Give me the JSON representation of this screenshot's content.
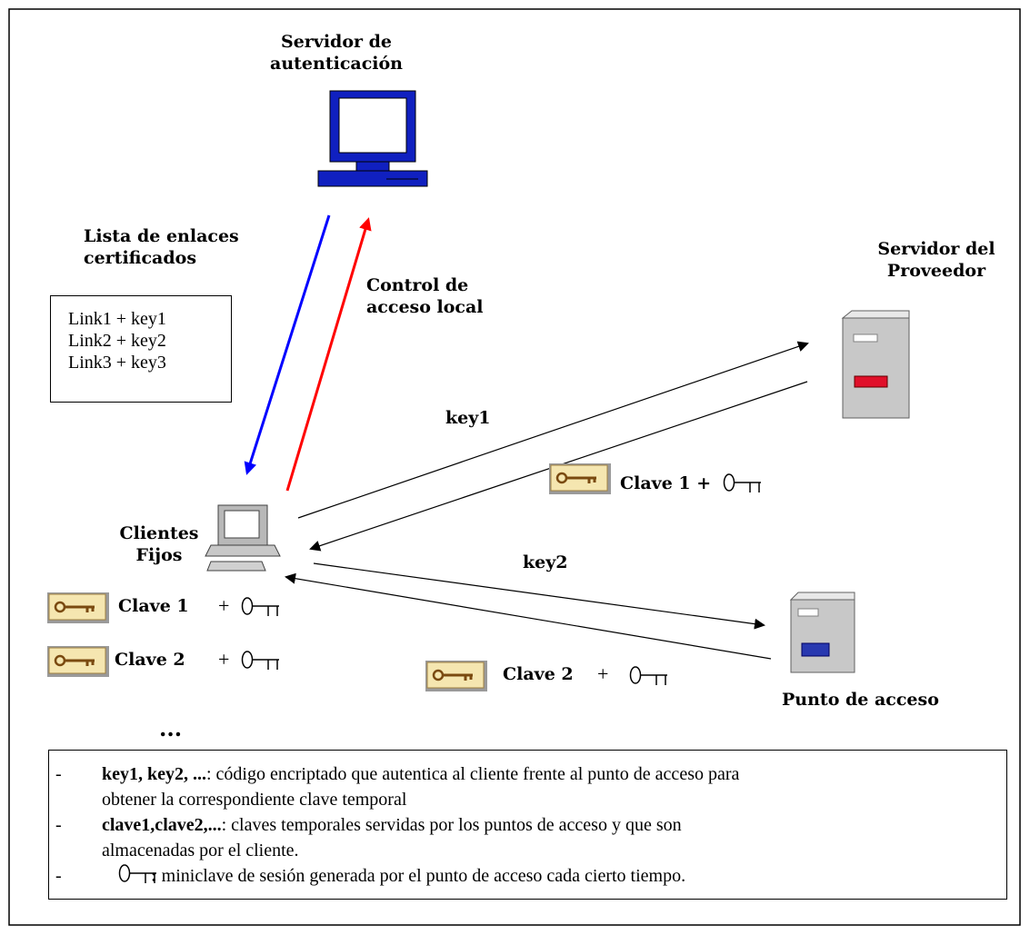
{
  "nodes": {
    "auth_server": "Servidor de\nautenticación",
    "provider_server": "Servidor del\nProveedor",
    "access_point": "Punto de acceso",
    "fixed_clients": "Clientes\nFijos"
  },
  "arrows": {
    "auth_list": "Lista de enlaces\ncertificados",
    "local_control": "Control de\nacceso local",
    "key1": "key1",
    "key2": "key2"
  },
  "links_box": [
    "Link1 + key1",
    "Link2 + key2",
    "Link3 + key3"
  ],
  "keys": {
    "provider_return": "Clave 1 + ",
    "client_key1": "Clave 1",
    "client_key2": "Clave 2",
    "plus": "+ ",
    "ap_return": "Clave 2",
    "ap_plus": "+ ",
    "ellipsis": "..."
  },
  "legend": [
    {
      "term": "key1, key2, ...",
      "text": ": código encriptado que autentica al cliente frente al punto de acceso para",
      "cont": "obtener la correspondiente clave temporal"
    },
    {
      "term": "clave1,clave2,...",
      "text": ": claves temporales servidas por los puntos de acceso y que son",
      "cont": "almacenadas por el cliente."
    },
    {
      "term": ":",
      "text": " miniclave de sesión generada por el punto de acceso cada cierto tiempo.",
      "cont": ""
    }
  ],
  "legend_dash": "-",
  "colors": {
    "down_arrow": "#0000ff",
    "up_arrow": "#ff0000",
    "key_bg": "#f5e6b0",
    "provider_led": "#e0102a",
    "ap_led": "#2838b0"
  }
}
